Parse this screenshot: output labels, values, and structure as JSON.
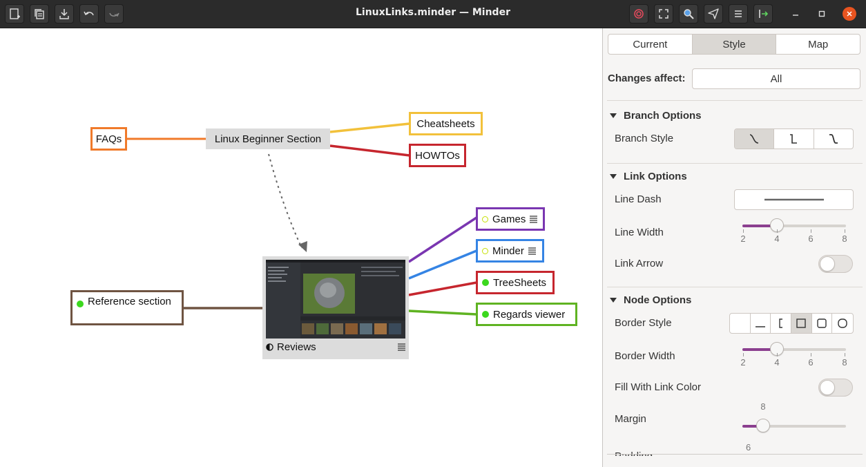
{
  "window": {
    "title": "LinuxLinks.minder — Minder",
    "toolbar_left": [
      {
        "icon": "new-file-icon"
      },
      {
        "icon": "open-file-icon"
      },
      {
        "icon": "save-download-icon"
      },
      {
        "icon": "undo-icon"
      },
      {
        "icon": "redo-icon"
      }
    ],
    "toolbar_right": [
      {
        "icon": "focus-target-icon"
      },
      {
        "icon": "zoom-fit-icon"
      },
      {
        "icon": "search-icon"
      },
      {
        "icon": "send-export-icon"
      },
      {
        "icon": "hamburger-menu-icon"
      },
      {
        "icon": "sidebar-toggle-icon"
      }
    ],
    "controls": {
      "minimize": "minimize-icon",
      "maximize": "maximize-icon",
      "close": "close-icon"
    },
    "colors": {
      "headerbar": "#2b2b2b",
      "close": "#e95420"
    }
  },
  "mindmap": {
    "root": {
      "label": "Linux Beginner Section"
    },
    "reviews": {
      "label": "Reviews"
    },
    "nodes": [
      {
        "id": "faqs",
        "label": "FAQs",
        "color": "#f07a2a"
      },
      {
        "id": "cheatsheets",
        "label": "Cheatsheets",
        "color": "#f2c13b"
      },
      {
        "id": "howtos",
        "label": "HOWTOs",
        "color": "#c6262e"
      },
      {
        "id": "games",
        "label": "Games",
        "color": "#7a36b1",
        "task": "open",
        "note": true
      },
      {
        "id": "minder",
        "label": "Minder",
        "color": "#3584e4",
        "task": "open",
        "note": true
      },
      {
        "id": "treesheets",
        "label": "TreeSheets",
        "color": "#c6262e",
        "task": "done"
      },
      {
        "id": "regards",
        "label": "Regards viewer",
        "color": "#5fb322",
        "task": "done"
      },
      {
        "id": "reference",
        "label": "Reference section",
        "color": "#6f5442",
        "task": "done"
      }
    ]
  },
  "sidebar": {
    "tabs": [
      {
        "label": "Current",
        "active": false
      },
      {
        "label": "Style",
        "active": true
      },
      {
        "label": "Map",
        "active": false
      }
    ],
    "changes_affect": {
      "label": "Changes affect:",
      "value": "All"
    },
    "branch_options": {
      "heading": "Branch Options",
      "branch_style_label": "Branch Style",
      "styles": [
        "curved",
        "squared",
        "rounded"
      ],
      "selected": 0
    },
    "link_options": {
      "heading": "Link Options",
      "line_dash_label": "Line Dash",
      "line_width_label": "Line Width",
      "line_width": {
        "min": 2,
        "max": 8,
        "value": 4,
        "ticks": [
          "2",
          "4",
          "6",
          "8"
        ]
      },
      "link_arrow_label": "Link Arrow",
      "link_arrow": false
    },
    "node_options": {
      "heading": "Node Options",
      "border_style_label": "Border Style",
      "border_styles": [
        "none",
        "underline",
        "bracket",
        "square",
        "rounded-square",
        "pill"
      ],
      "border_selected": 3,
      "border_width_label": "Border Width",
      "border_width": {
        "min": 2,
        "max": 8,
        "value": 4,
        "ticks": [
          "2",
          "4",
          "6",
          "8"
        ]
      },
      "fill_label": "Fill With Link Color",
      "fill": false,
      "margin_label": "Margin",
      "margin": {
        "value": 8,
        "display": "8"
      },
      "padding_label": "Padding",
      "padding": {
        "value": 6,
        "display": "6"
      }
    }
  }
}
